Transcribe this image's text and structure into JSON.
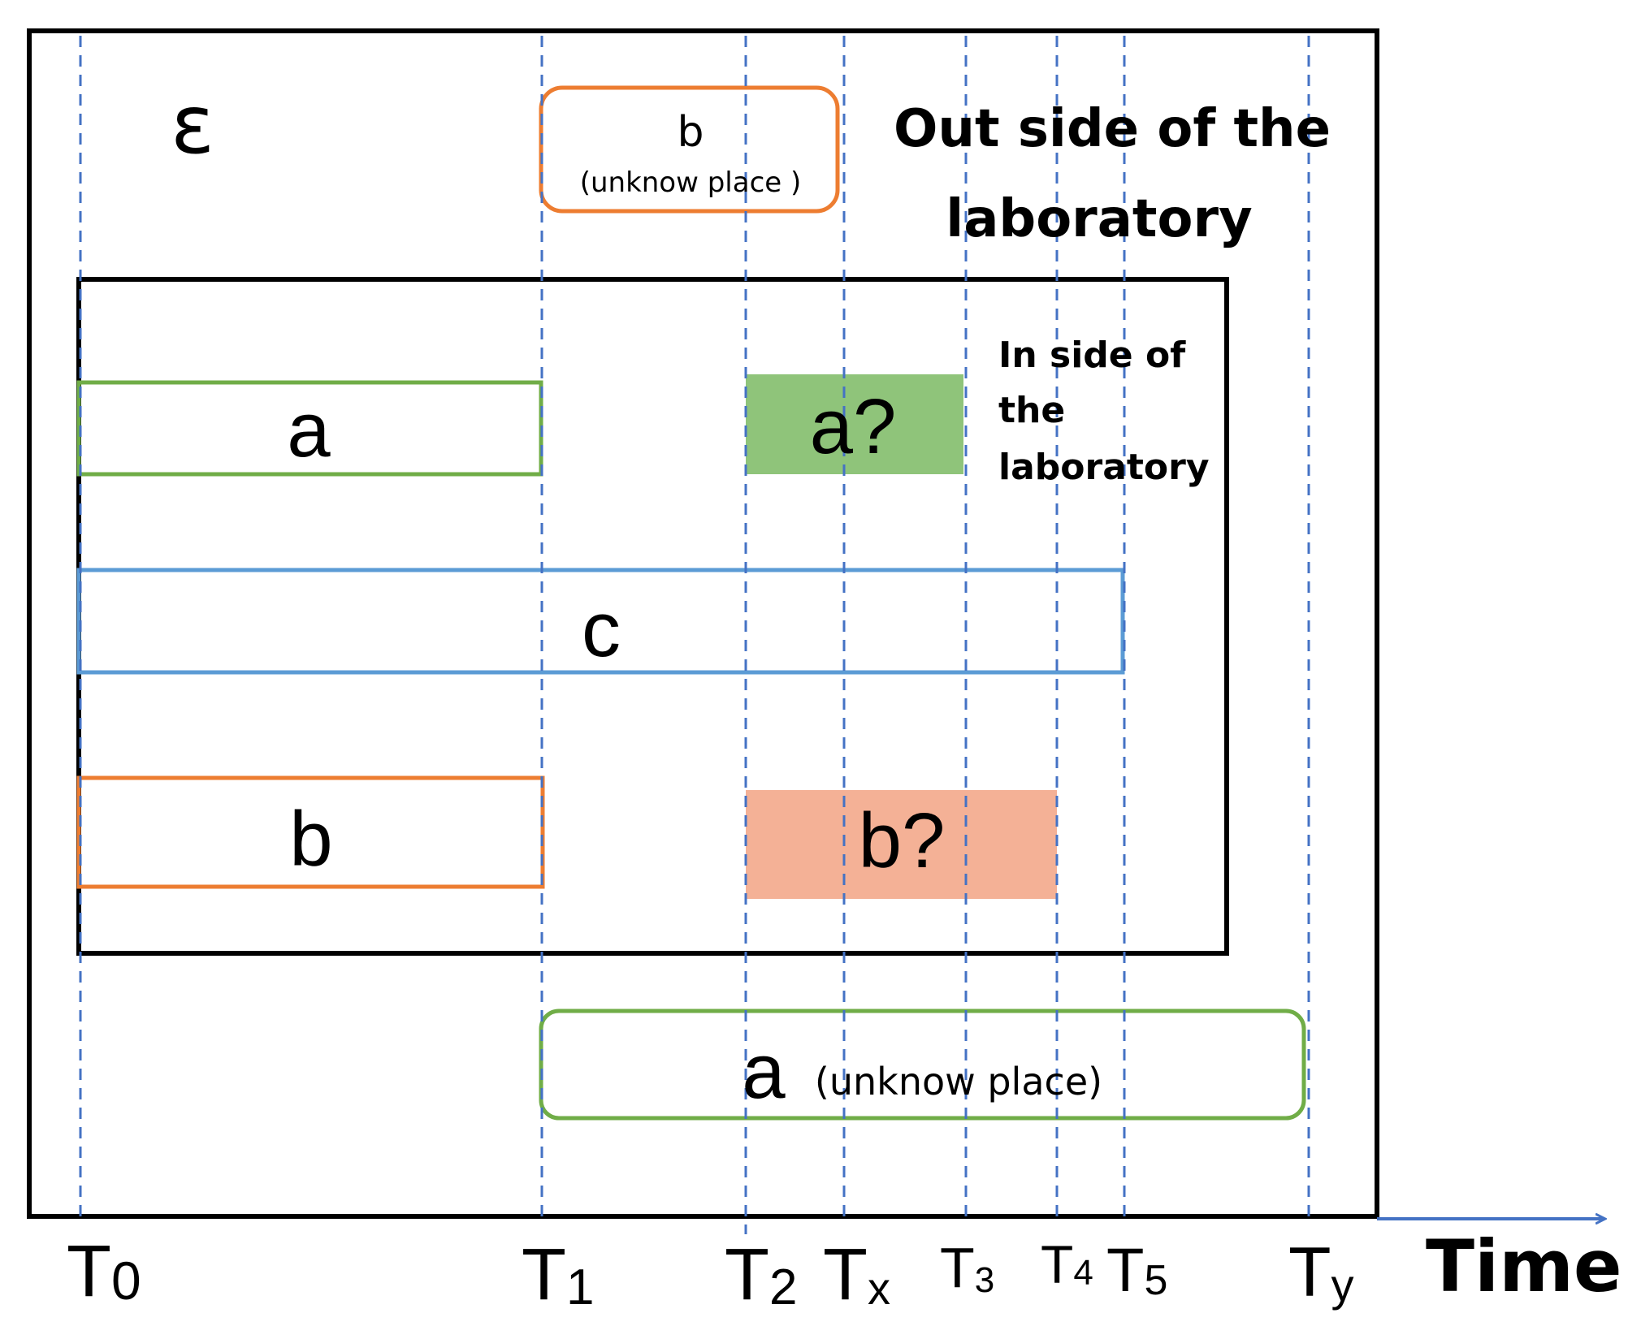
{
  "epsilon": "ε",
  "outside_label_line1": "Out side of the",
  "outside_label_line2": "laboratory",
  "inside_label_line1": "In side  of",
  "inside_label_line2": "the",
  "inside_label_line3": "laboratory",
  "box_b_top": {
    "label": "b",
    "sublabel": "(unknow place )"
  },
  "box_a_inside": {
    "label": "a"
  },
  "box_a_question": {
    "label": "a?"
  },
  "box_c": {
    "label": "c"
  },
  "box_b_inside": {
    "label": "b"
  },
  "box_b_question": {
    "label": "b?"
  },
  "box_a_bottom": {
    "label": "a",
    "sublabel": "(unknow place)"
  },
  "time_axis_label": "Time",
  "time_marks": [
    {
      "main": "T",
      "sub": "0"
    },
    {
      "main": "T",
      "sub": "1"
    },
    {
      "main": "T",
      "sub": "2"
    },
    {
      "main": "T",
      "sub": "x"
    },
    {
      "main": "T",
      "sub": "3"
    },
    {
      "main": "T",
      "sub": "4"
    },
    {
      "main": "T",
      "sub": "5"
    },
    {
      "main": "T",
      "sub": "y"
    }
  ],
  "colors": {
    "frame": "#000000",
    "guide": "#4472c4",
    "green": "#70ad47",
    "orange": "#ed7d31",
    "blue": "#5b9bd5",
    "green_fill": "#8fc47a",
    "orange_fill": "#f4b196",
    "axis": "#4472c4"
  }
}
